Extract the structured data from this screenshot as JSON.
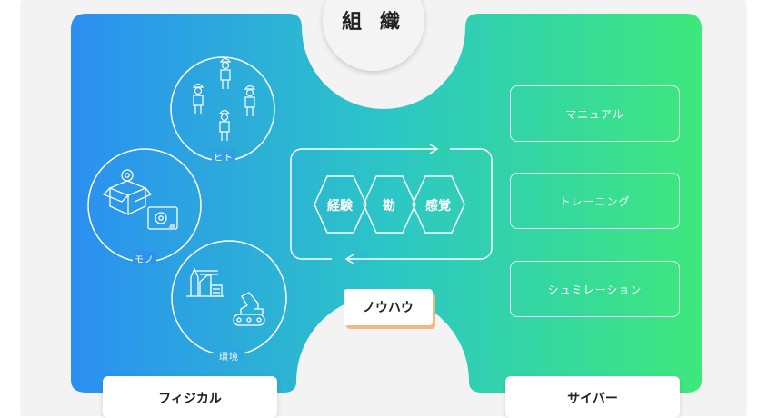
{
  "title": "組 織",
  "physical": {
    "label": "フィジカル",
    "circles": [
      "ヒト",
      "モノ",
      "環境"
    ]
  },
  "knowhow": {
    "label": "ノウハウ",
    "items": [
      "経験",
      "勘",
      "感覚"
    ]
  },
  "cyber": {
    "label": "サイバー",
    "items": [
      "マニュアル",
      "トレーニング",
      "シュミレーション"
    ]
  },
  "colors": {
    "gradient_start": "#2b8ff0",
    "gradient_end": "#3ee87c",
    "knowhow_accent": "#f1b884",
    "background": "#f3f3f3"
  }
}
